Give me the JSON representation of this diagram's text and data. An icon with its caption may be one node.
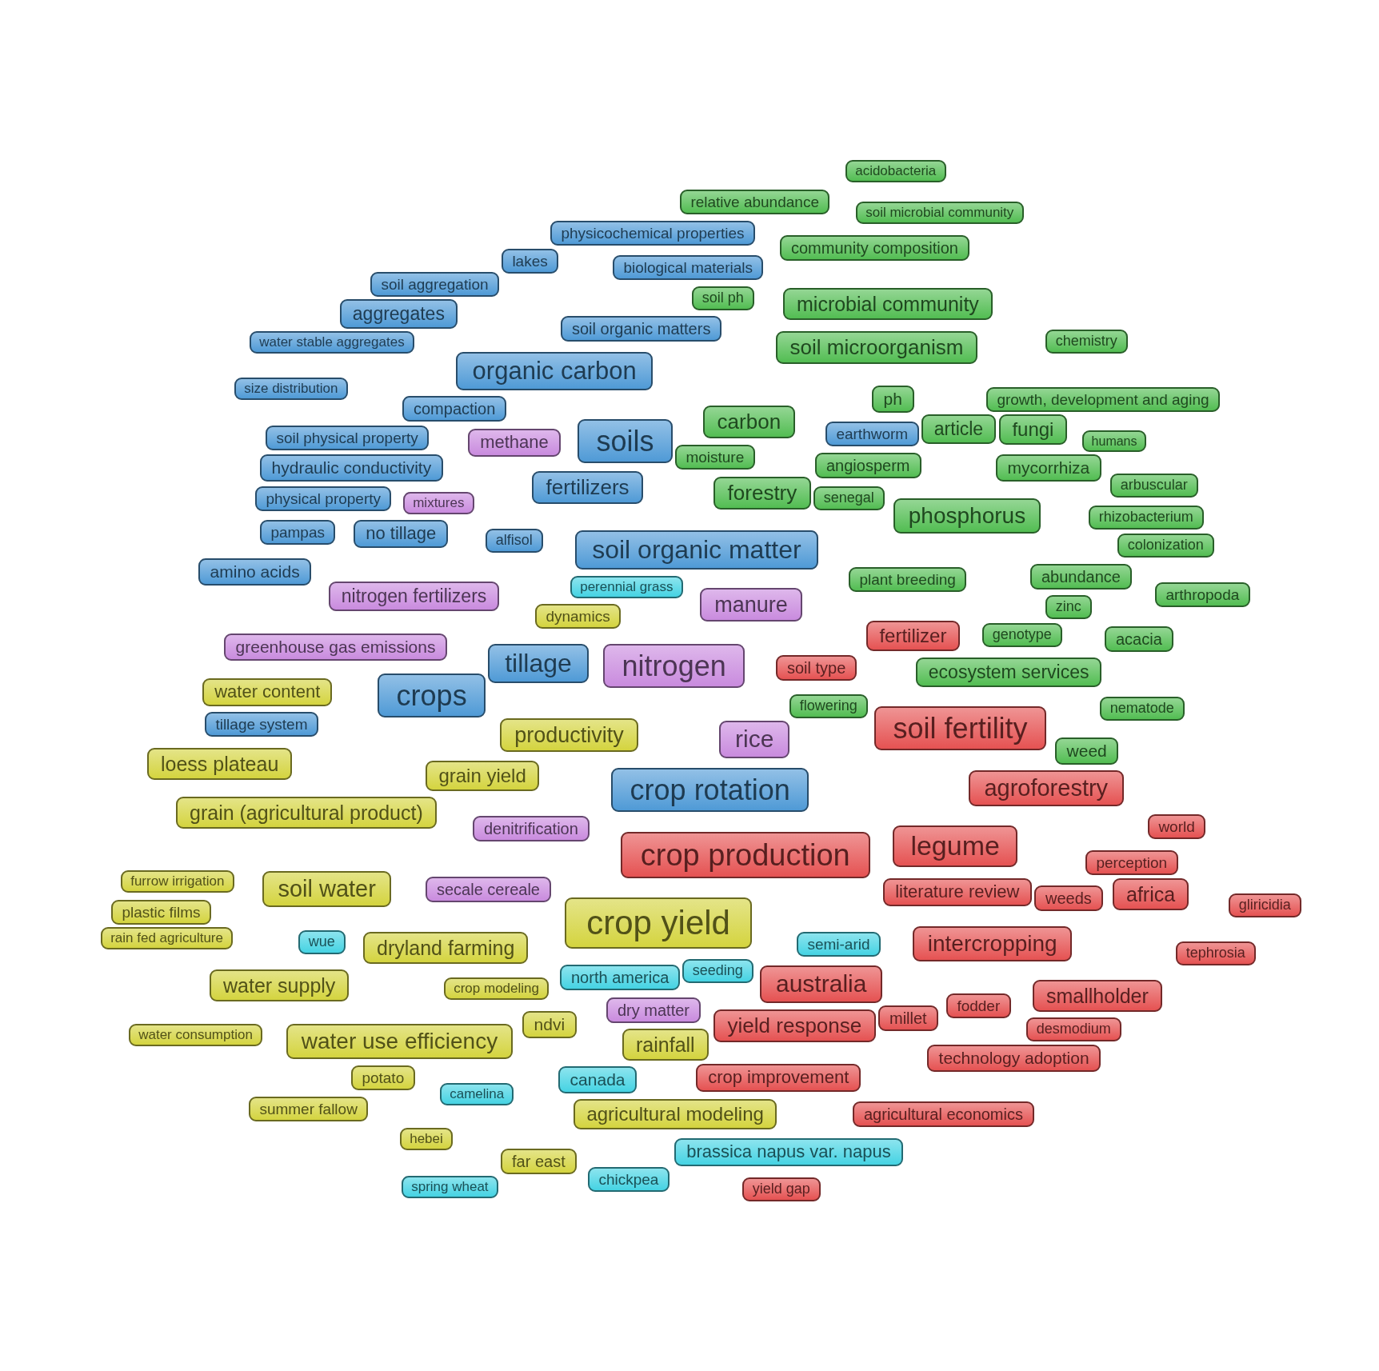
{
  "diagram": {
    "nodes": [
      {
        "text": [
          "acidobacteria"
        ]
      },
      {
        "text": [
          "relative abundance"
        ]
      },
      {
        "text": [
          "soil microbial community"
        ]
      },
      {
        "text": [
          "physicochemical properties"
        ]
      },
      {
        "text": [
          "community composition"
        ]
      },
      {
        "text": [
          "lakes"
        ]
      },
      {
        "text": [
          "biological materials"
        ]
      },
      {
        "text": [
          "soil aggregation"
        ]
      },
      {
        "text": [
          "soil ph"
        ]
      },
      {
        "text": [
          "microbial community"
        ]
      },
      {
        "text": [
          "aggregates"
        ]
      },
      {
        "text": [
          "soil organic matters"
        ]
      },
      {
        "text": [
          "chemistry"
        ]
      },
      {
        "text": [
          "water stable aggregates"
        ]
      },
      {
        "text": [
          "soil microorganism"
        ]
      },
      {
        "text": [
          "organic carbon"
        ]
      },
      {
        "text": [
          "size distribution"
        ]
      },
      {
        "text": [
          "ph"
        ]
      },
      {
        "text": [
          "growth, development and aging"
        ]
      },
      {
        "text": [
          "compaction"
        ]
      },
      {
        "text": [
          "carbon"
        ]
      },
      {
        "text": [
          "fungi"
        ]
      },
      {
        "text": [
          "article"
        ]
      },
      {
        "text": [
          "soils"
        ]
      },
      {
        "text": [
          "earthworm"
        ]
      },
      {
        "text": [
          "soil physical property"
        ]
      },
      {
        "text": [
          "methane"
        ]
      },
      {
        "text": [
          "humans"
        ]
      },
      {
        "text": [
          "moisture"
        ]
      },
      {
        "text": [
          "angiosperm"
        ]
      },
      {
        "text": [
          "mycorrhiza"
        ]
      },
      {
        "text": [
          "hydraulic conductivity"
        ]
      },
      {
        "text": [
          "fertilizers"
        ]
      },
      {
        "text": [
          "arbuscular"
        ]
      },
      {
        "text": [
          "forestry"
        ]
      },
      {
        "text": [
          "physical property"
        ]
      },
      {
        "text": [
          "senegal"
        ]
      },
      {
        "text": [
          "mixtures"
        ]
      },
      {
        "text": [
          "phosphorus"
        ]
      },
      {
        "text": [
          "rhizobacterium"
        ]
      },
      {
        "text": [
          "pampas"
        ]
      },
      {
        "text": [
          "no tillage"
        ]
      },
      {
        "text": [
          "alfisol"
        ]
      },
      {
        "text": [
          "soil organic matter"
        ]
      },
      {
        "text": [
          "colonization"
        ]
      },
      {
        "text": [
          "amino acids"
        ]
      },
      {
        "text": [
          "abundance"
        ]
      },
      {
        "text": [
          "plant breeding"
        ]
      },
      {
        "text": [
          "perennial grass"
        ]
      },
      {
        "text": [
          "nitrogen fertilizers"
        ]
      },
      {
        "text": [
          "arthropoda"
        ]
      },
      {
        "text": [
          "manure"
        ]
      },
      {
        "text": [
          "zinc"
        ]
      },
      {
        "text": [
          "dynamics"
        ]
      },
      {
        "text": [
          "fertilizer"
        ]
      },
      {
        "text": [
          "genotype"
        ]
      },
      {
        "text": [
          "acacia"
        ]
      },
      {
        "text": [
          "greenhouse gas emissions"
        ]
      },
      {
        "text": [
          "nitrogen"
        ]
      },
      {
        "text": [
          "tillage"
        ]
      },
      {
        "text": [
          "soil type"
        ]
      },
      {
        "text": [
          "ecosystem services"
        ]
      },
      {
        "text": [
          "crops"
        ]
      },
      {
        "text": [
          "water content"
        ]
      },
      {
        "text": [
          "flowering"
        ]
      },
      {
        "text": [
          "nematode"
        ]
      },
      {
        "text": [
          "soil fertility"
        ]
      },
      {
        "text": [
          "tillage system"
        ]
      },
      {
        "text": [
          "productivity"
        ]
      },
      {
        "text": [
          "rice"
        ]
      },
      {
        "text": [
          "weed"
        ]
      },
      {
        "text": [
          "loess plateau"
        ]
      },
      {
        "text": [
          "grain yield"
        ]
      },
      {
        "text": [
          "crop rotation"
        ]
      },
      {
        "text": [
          "agroforestry"
        ]
      },
      {
        "text": [
          "grain (agricultural product)"
        ]
      },
      {
        "text": [
          "world"
        ]
      },
      {
        "text": [
          "denitrification"
        ]
      },
      {
        "text": [
          "legume"
        ]
      },
      {
        "text": [
          "crop production"
        ]
      },
      {
        "text": [
          "perception"
        ]
      },
      {
        "text": [
          "soil water"
        ]
      },
      {
        "text": [
          "furrow irrigation"
        ]
      },
      {
        "text": [
          "secale cereale"
        ]
      },
      {
        "text": [
          "africa"
        ]
      },
      {
        "text": [
          "literature review"
        ]
      },
      {
        "text": [
          "weeds"
        ]
      },
      {
        "text": [
          "gliricidia"
        ]
      },
      {
        "text": [
          "crop yield"
        ]
      },
      {
        "text": [
          "plastic films"
        ]
      },
      {
        "text": [
          "intercropping"
        ]
      },
      {
        "text": [
          "rain fed agriculture"
        ]
      },
      {
        "text": [
          "wue"
        ]
      },
      {
        "text": [
          "dryland farming"
        ]
      },
      {
        "text": [
          "semi-arid"
        ]
      },
      {
        "text": [
          "tephrosia"
        ]
      },
      {
        "text": [
          "seeding"
        ]
      },
      {
        "text": [
          "north america"
        ]
      },
      {
        "text": [
          "australia"
        ]
      },
      {
        "text": [
          "water supply"
        ]
      },
      {
        "text": [
          "crop modeling"
        ]
      },
      {
        "text": [
          "smallholder"
        ]
      },
      {
        "text": [
          "fodder"
        ]
      },
      {
        "text": [
          "dry matter"
        ]
      },
      {
        "text": [
          "millet"
        ]
      },
      {
        "text": [
          "yield response"
        ]
      },
      {
        "text": [
          "ndvi"
        ]
      },
      {
        "text": [
          "desmodium"
        ]
      },
      {
        "text": [
          "water use efficiency"
        ]
      },
      {
        "text": [
          "water consumption"
        ]
      },
      {
        "text": [
          "rainfall"
        ]
      },
      {
        "text": [
          "technology adoption"
        ]
      },
      {
        "text": [
          "crop improvement"
        ]
      },
      {
        "text": [
          "potato"
        ]
      },
      {
        "text": [
          "canada"
        ]
      },
      {
        "text": [
          "camelina"
        ]
      },
      {
        "text": [
          "summer fallow"
        ]
      },
      {
        "text": [
          "agricultural modeling"
        ]
      },
      {
        "text": [
          "agricultural economics"
        ]
      },
      {
        "text": [
          "hebei"
        ]
      },
      {
        "text": [
          "brassica napus var. napus"
        ]
      },
      {
        "text": [
          "far east"
        ]
      },
      {
        "text": [
          "chickpea"
        ]
      },
      {
        "text": [
          "yield gap"
        ]
      },
      {
        "text": [
          "spring wheat"
        ]
      }
    ]
  }
}
